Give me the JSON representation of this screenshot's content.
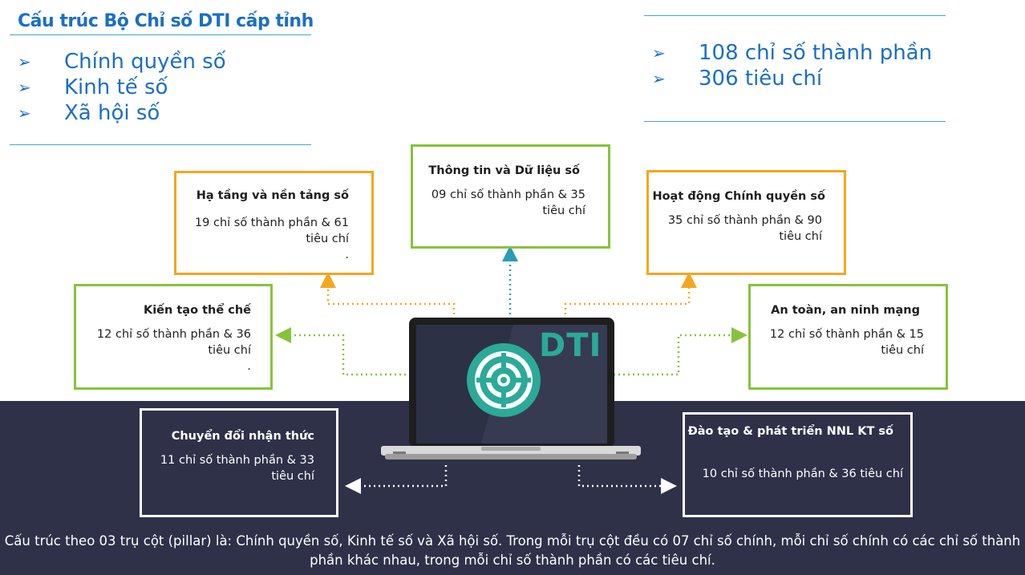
{
  "title": "Cấu trúc Bộ Chỉ số DTI cấp tỉnh",
  "pillars": [
    "Chính quyền số",
    "Kinh tế số",
    "Xã hội số"
  ],
  "totals": [
    "108 chỉ số thành phần",
    "306 tiêu chí"
  ],
  "center_label": "DTI",
  "boxes": {
    "ha_tang": {
      "title": "Hạ tầng và nền tảng số",
      "line1": "19 chỉ số thành phần & 61",
      "line2": "tiêu chí",
      "line3": "."
    },
    "thong_tin": {
      "title": "Thông tin và Dữ liệu số",
      "line1": "09 chỉ số thành phần & 35",
      "line2": "tiêu chí"
    },
    "hoat_dong": {
      "title": "Hoạt động Chính quyền số",
      "line1": "35 chỉ số thành phần & 90",
      "line2": "tiêu chí"
    },
    "kien_tao": {
      "title": "Kiến tạo thể chế",
      "line1": "12 chỉ số thành phần & 36",
      "line2": "tiêu chí",
      "line3": "."
    },
    "an_toan": {
      "title": "An toàn, an ninh mạng",
      "line1": "12 chỉ số thành phần & 15",
      "line2": "tiêu chí"
    },
    "chuyen_doi": {
      "title": "Chuyển đổi nhận thức",
      "line1": "11 chỉ số thành phần & 33",
      "line2": "tiêu chí"
    },
    "dao_tao": {
      "title": "Đào tạo & phát triển NNL KT số",
      "line1": "10 chỉ số thành phần & 36 tiêu chí"
    }
  },
  "caption": "Cấu trúc theo 03 trụ cột (pillar) là: Chính quyền số, Kinh tế số và Xã hội số. Trong mỗi trụ cột đều có 07 chỉ số chính, mỗi chỉ số chính có các chỉ số thành phần khác nhau, trong mỗi chỉ số thành phần có các tiêu chí.",
  "colors": {
    "accent": "#1a6fc4",
    "orange": "#f3a71e",
    "green": "#86c33a",
    "teal": "#2a9bb8",
    "dark_band": "#2e3148",
    "logo": "#2baa98"
  }
}
